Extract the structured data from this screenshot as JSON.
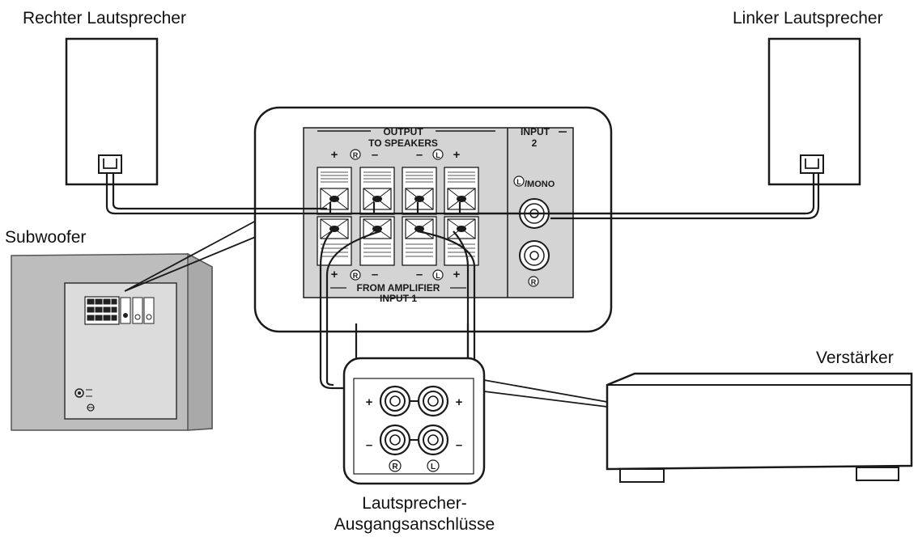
{
  "labels": {
    "right_speaker": "Rechter Lautsprecher",
    "left_speaker": "Linker Lautsprecher",
    "subwoofer": "Subwoofer",
    "amplifier": "Verstärker",
    "terminals_line1": "Lautsprecher-",
    "terminals_line2": "Ausgangsanschlüsse"
  },
  "panel": {
    "output_line1": "OUTPUT",
    "output_line2": "TO SPEAKERS",
    "input2_line1": "INPUT",
    "input2_line2": "2",
    "mono": "/MONO",
    "from_amplifier": "FROM AMPLIFIER",
    "input1": "INPUT 1",
    "r": "R",
    "l": "L",
    "plus": "+",
    "minus": "–"
  },
  "colors": {
    "line": "#1a1a1a",
    "panel_fill": "#d4d4d4",
    "subwoofer_fill": "#bdbdbd",
    "subwoofer_panel": "#dcdcdc"
  }
}
